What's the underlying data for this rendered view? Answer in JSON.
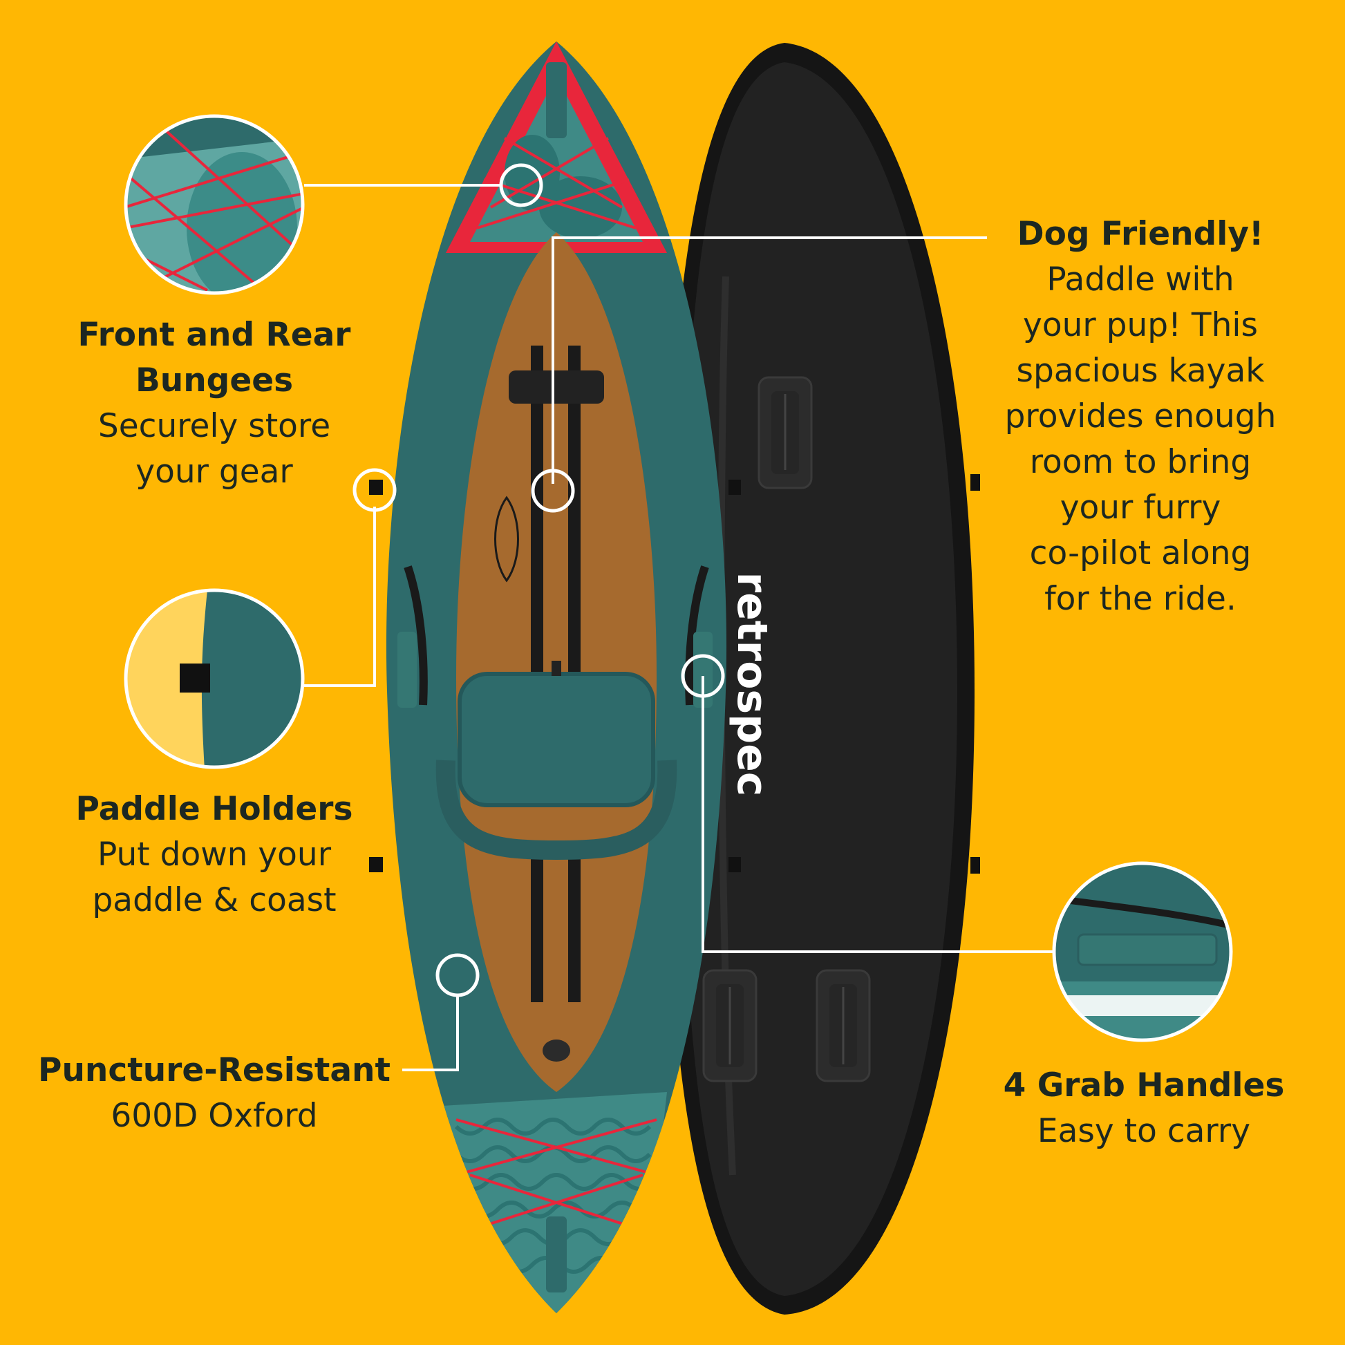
{
  "brand": "retrospec",
  "colors": {
    "background": "#FFB703",
    "hull_teal": "#2E6B6B",
    "hull_teal_dark": "#1F4F50",
    "floor_tan": "#A66A2E",
    "accent_red": "#E8263B",
    "board_black": "#1c1c1c",
    "callout_line": "#ffffff",
    "text": "#1c2722"
  },
  "features": {
    "bungees": {
      "title_line1": "Front and Rear",
      "title_line2": "Bungees",
      "desc_line1": "Securely store",
      "desc_line2": "your gear",
      "icon": "bungee-closeup"
    },
    "paddle_holders": {
      "title": "Paddle Holders",
      "desc_line1": "Put down your",
      "desc_line2": "paddle & coast",
      "icon": "paddle-holder-closeup"
    },
    "puncture": {
      "title": "Puncture-Resistant",
      "desc": "600D Oxford"
    },
    "dog": {
      "title": "Dog Friendly!",
      "desc_lines": [
        "Paddle with",
        "your pup! This",
        "spacious kayak",
        "provides enough",
        "room to bring",
        "your furry",
        "co-pilot along",
        "for the ride."
      ]
    },
    "grab_handles": {
      "title": "4 Grab Handles",
      "desc": "Easy to carry",
      "icon": "grab-handle-closeup"
    }
  }
}
